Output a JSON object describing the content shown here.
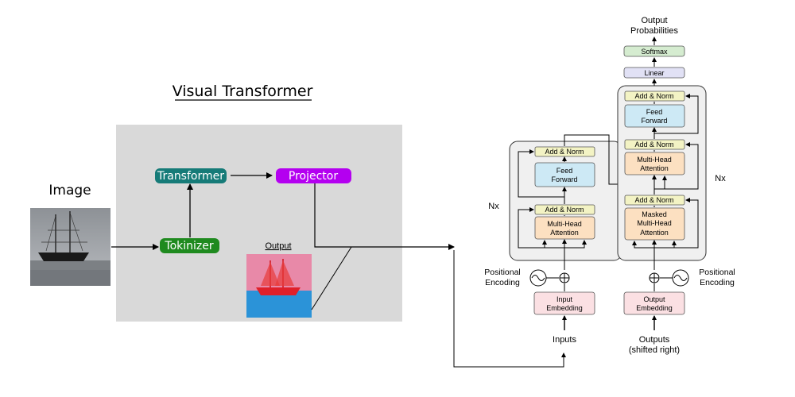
{
  "visual_transformer": {
    "title": "Visual Transformer",
    "image_label": "Image",
    "tokenizer_label": "Tokinizer",
    "transformer_label": "Transformer",
    "projector_label": "Projector",
    "output_label": "Output"
  },
  "transformer_arch": {
    "output_probabilities": [
      "Output",
      "Probabilities"
    ],
    "softmax": "Softmax",
    "linear": "Linear",
    "add_norm": "Add & Norm",
    "feed_forward": [
      "Feed",
      "Forward"
    ],
    "multi_head_attention": [
      "Multi-Head",
      "Attention"
    ],
    "masked_attention": [
      "Masked",
      "Multi-Head",
      "Attention"
    ],
    "nx": "Nx",
    "positional_encoding": [
      "Positional",
      "Encoding"
    ],
    "input_embedding": [
      "Input",
      "Embedding"
    ],
    "output_embedding": [
      "Output",
      "Embedding"
    ],
    "inputs": "Inputs",
    "outputs": [
      "Outputs",
      "(shifted right)"
    ]
  },
  "colors": {
    "panel_gray": "#d9d9d9",
    "tokenizer_green": "#1f8a1f",
    "transformer_teal": "#167b78",
    "projector_purple": "#b400f0",
    "add_norm_yellow": "#f3f3c4",
    "feed_forward_blue": "#cde9f5",
    "attention_orange": "#fce0c1",
    "embedding_pink": "#fbe0e3",
    "softmax_green": "#d5ecd0",
    "linear_lavender": "#e1e1f5",
    "block_gray": "#f0f0f0"
  }
}
